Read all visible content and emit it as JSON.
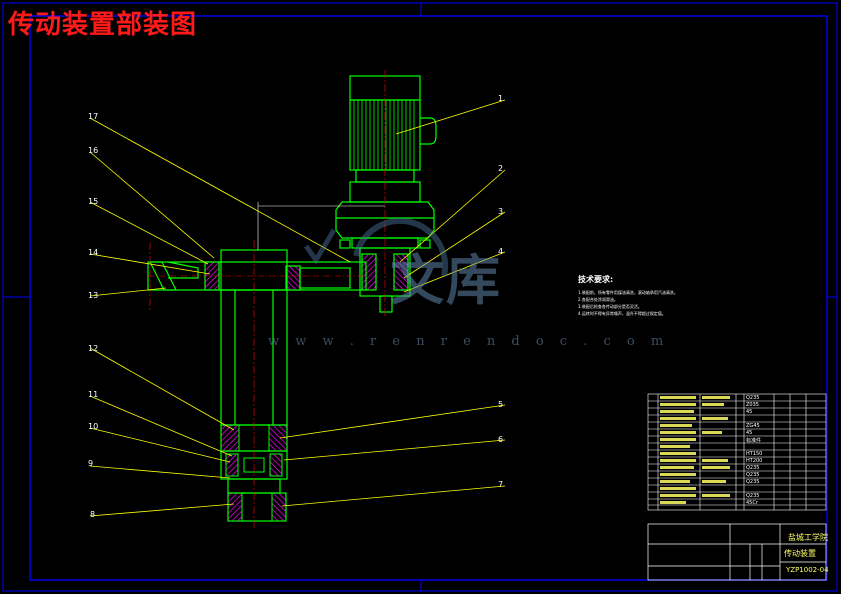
{
  "title": "传动装置部装图",
  "watermark": {
    "chinese": "文库",
    "url": "w w w . r e n r e n d o c . c o m"
  },
  "technical_requirements": {
    "title": "技术要求:",
    "lines": [
      "1.装配前，所有零件用煤油清洗，滚动轴承用汽油清洗。",
      "2.各配合处涂润滑油。",
      "3.装配后检查各传动部分是否灵活。",
      "4.运转时不得有异常噪声，温升不得超过规定值。"
    ]
  },
  "callouts": [
    "1",
    "2",
    "3",
    "4",
    "5",
    "6",
    "7",
    "8",
    "9",
    "10",
    "11",
    "12",
    "13",
    "14",
    "15",
    "16",
    "17"
  ],
  "bom_materials": [
    "Q235",
    "Z035",
    "45",
    "",
    "ZG45",
    "45",
    "标准件",
    "",
    "HT150",
    "HT200",
    "Q235",
    "Q235",
    "Q235",
    "",
    "Q235",
    "45Cr",
    ""
  ],
  "title_block": {
    "school": "盐城工学院",
    "drawing_name": "传动装置",
    "drawing_code": "YZP1002-04"
  },
  "colors": {
    "frame": "#0000ff",
    "part": "#00ff00",
    "leader": "#ffff00",
    "section_fill": "#ff00ff",
    "centerline": "#ff0000",
    "title": "#ff1a1a",
    "watermark": "#5f86ab"
  }
}
